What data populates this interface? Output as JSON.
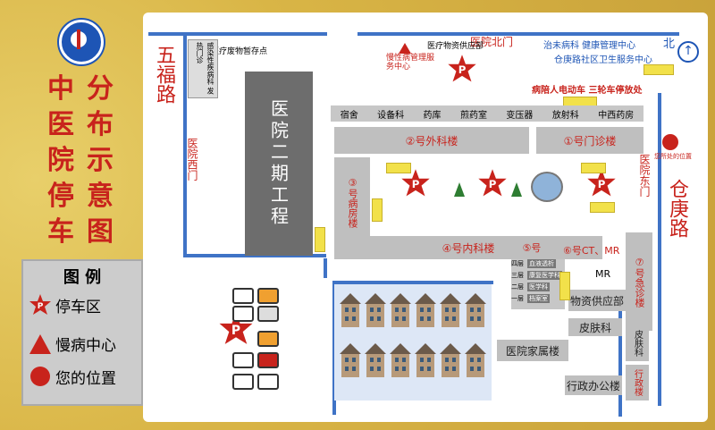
{
  "title_chars_left": [
    "中",
    "医",
    "院",
    "停",
    "车"
  ],
  "title_chars_right": [
    "分",
    "布",
    "示",
    "意",
    "图"
  ],
  "legend": {
    "heading": "图 例",
    "items": [
      {
        "label": "停车区",
        "icon": "parking-star"
      },
      {
        "label": "慢病中心",
        "icon": "triangle"
      },
      {
        "label": "您的位置",
        "icon": "circle"
      }
    ]
  },
  "roads": {
    "wufu": "五福路",
    "cangkang": "仓庚路"
  },
  "map": {
    "north": "北",
    "north_gate": "医院北门",
    "west_gate": "医院西门",
    "east_gate": "医院东门",
    "ebike": "病陪人电动车 三轮车停放处",
    "zhiwei": "治未病科   健康管理中心",
    "cangqian": "仓庚路社区卫生服务中心",
    "chronic": "慢性病管理服务中心",
    "supply_top": "医疗物资供应部",
    "waste_top": "医疗废物暂存点",
    "you_here": "您所处的位置",
    "phase2": "医院二期工程",
    "side_bldg": "感染性疾病科 发热门诊",
    "row_labels": [
      "宿舍",
      "设备科",
      "药库",
      "煎药室",
      "变压器",
      "放射科",
      "中西药房"
    ],
    "surgery": "②号外科楼",
    "outpatient": "①号门诊楼",
    "ward": "③号病房楼",
    "inpatient": "④号内科楼",
    "b5": "⑤号",
    "b6": "⑥号CT、MR",
    "mr": "MR",
    "b7": "⑦号急诊楼",
    "supply_dept": "物资供应部",
    "derm": "皮肤科",
    "derm_v": "皮肤科",
    "family": "医院家属楼",
    "admin": "行政办公楼",
    "admin_v": "行政楼",
    "small_floors": [
      "四层",
      "三层",
      "二层",
      "一层"
    ],
    "small_names": [
      "血液透析",
      "康复医学科",
      "医学科",
      "档案室"
    ]
  },
  "colors": {
    "accent_red": "#c8231c",
    "road_blue": "#3f73c6",
    "building_gray": "#bfbfbf"
  }
}
